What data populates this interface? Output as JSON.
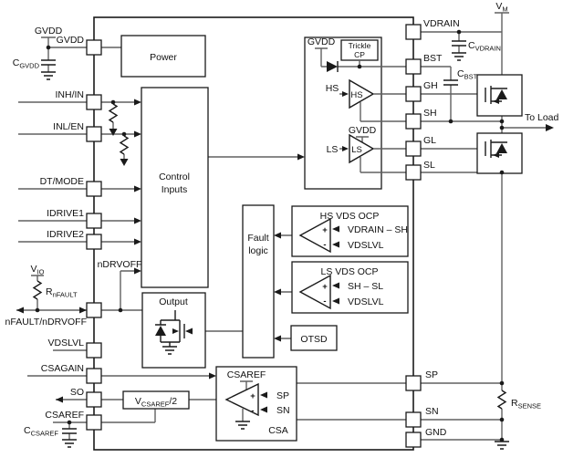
{
  "pins": {
    "left": [
      "GVDD",
      "INH/IN",
      "INL/EN",
      "DT/MODE",
      "IDRIVE1",
      "IDRIVE2",
      "nFAULT/nDRVOFF",
      "VDSLVL",
      "CSAGAIN",
      "SO",
      "CSAREF"
    ],
    "right": [
      "VDRAIN",
      "BST",
      "GH",
      "SH",
      "GL",
      "SL",
      "SP",
      "SN",
      "GND"
    ]
  },
  "blocks": {
    "power": "Power",
    "control_inputs": {
      "line1": "Control",
      "line2": "Inputs"
    },
    "trickle_cp": {
      "line1": "Trickle",
      "line2": "CP"
    },
    "fault_logic": {
      "line1": "Fault",
      "line2": "logic"
    },
    "otsd": "OTSD",
    "output": "Output",
    "csa": "CSA",
    "hs_vds_ocp": "HS VDS OCP",
    "ls_vds_ocp": "LS VDS OCP"
  },
  "signals": {
    "ndrvoff": "nDRVOFF",
    "hs_input": "HS",
    "hs_buffer": "HS",
    "ls_input": "LS",
    "ls_buffer": "LS",
    "gvdd_hs": "GVDD",
    "gvdd_ls": "GVDD",
    "csaref_internal": "CSAREF",
    "sp": "SP",
    "sn": "SN",
    "hs_ocp_plus_input": "VDRAIN – SH",
    "hs_ocp_minus_input": "VDSLVL",
    "ls_ocp_plus_input": "SH – SL",
    "ls_ocp_minus_input": "VDSLVL",
    "plus": "+",
    "minus": "-",
    "to_load": "To Load"
  },
  "external": {
    "gvdd_terminal": "GVDD",
    "c_gvdd": {
      "main": "C",
      "sub": "GVDD"
    },
    "v_io": {
      "main": "V",
      "sub": "IO"
    },
    "r_nfault": {
      "main": "R",
      "sub": "nFAULT"
    },
    "v_m": {
      "main": "V",
      "sub": "M"
    },
    "c_vdrain": {
      "main": "C",
      "sub": "VDRAIN"
    },
    "c_bst": {
      "main": "C",
      "sub": "BST"
    },
    "r_sense": {
      "main": "R",
      "sub": "SENSE"
    },
    "c_csaref": {
      "main": "C",
      "sub": "CSAREF"
    },
    "v_csaref_div2": {
      "main": "V",
      "sub": "CSAREF",
      "suffix": "/2"
    }
  }
}
